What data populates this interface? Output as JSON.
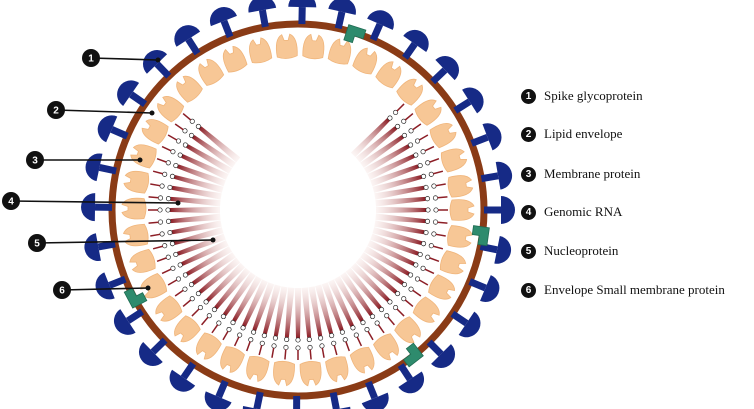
{
  "legend": [
    {
      "number": "1",
      "label": "Spike glycoprotein"
    },
    {
      "number": "2",
      "label": "Lipid envelope"
    },
    {
      "number": "3",
      "label": "Membrane protein"
    },
    {
      "number": "4",
      "label": "Genomic RNA"
    },
    {
      "number": "5",
      "label": "Nucleoprotein"
    },
    {
      "number": "6",
      "label": "Envelope Small membrane protein"
    }
  ],
  "callouts": [
    "1",
    "2",
    "3",
    "4",
    "5",
    "6"
  ],
  "colors": {
    "spike": "#162a86",
    "envelope": "#8a3b16",
    "membrane_protein": "#f7c796",
    "envelope_small_protein": "#2e8b6d",
    "rna_gradient_outer": "#8c1e26",
    "callout_badge": "#111111"
  }
}
